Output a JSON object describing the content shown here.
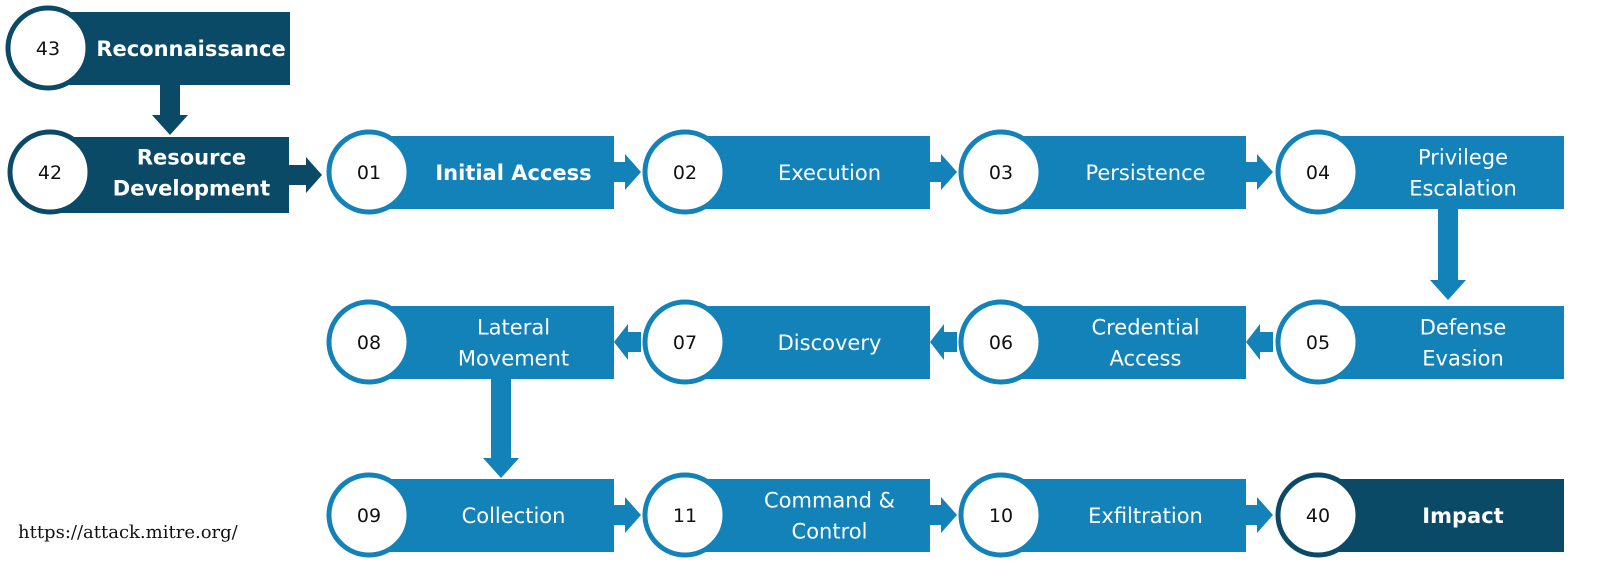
{
  "colors": {
    "light": "#1282b8",
    "dark": "#0b4a66",
    "circle_fill": "#ffffff",
    "number_text": "#111111",
    "label_text": "#ffffff"
  },
  "source": "https://attack.mitre.org/",
  "nodes": [
    {
      "id": "reconnaissance",
      "number": "43",
      "lines": [
        "Reconnaissance"
      ],
      "style": "dark",
      "bold": true
    },
    {
      "id": "resource-development",
      "number": "42",
      "lines": [
        "Resource",
        "Development"
      ],
      "style": "dark",
      "bold": true
    },
    {
      "id": "initial-access",
      "number": "01",
      "lines": [
        "Initial Access"
      ],
      "style": "light",
      "bold": true
    },
    {
      "id": "execution",
      "number": "02",
      "lines": [
        "Execution"
      ],
      "style": "light",
      "bold": false
    },
    {
      "id": "persistence",
      "number": "03",
      "lines": [
        "Persistence"
      ],
      "style": "light",
      "bold": false
    },
    {
      "id": "privilege-escalation",
      "number": "04",
      "lines": [
        "Privilege",
        "Escalation"
      ],
      "style": "light",
      "bold": false
    },
    {
      "id": "defense-evasion",
      "number": "05",
      "lines": [
        "Defense",
        "Evasion"
      ],
      "style": "light",
      "bold": false
    },
    {
      "id": "credential-access",
      "number": "06",
      "lines": [
        "Credential",
        "Access"
      ],
      "style": "light",
      "bold": false
    },
    {
      "id": "discovery",
      "number": "07",
      "lines": [
        "Discovery"
      ],
      "style": "light",
      "bold": false
    },
    {
      "id": "lateral-movement",
      "number": "08",
      "lines": [
        "Lateral",
        "Movement"
      ],
      "style": "light",
      "bold": false
    },
    {
      "id": "collection",
      "number": "09",
      "lines": [
        "Collection"
      ],
      "style": "light",
      "bold": false
    },
    {
      "id": "command-and-control",
      "number": "11",
      "lines": [
        "Command &",
        "Control"
      ],
      "style": "light",
      "bold": false
    },
    {
      "id": "exfiltration",
      "number": "10",
      "lines": [
        "Exfiltration"
      ],
      "style": "light",
      "bold": false
    },
    {
      "id": "impact",
      "number": "40",
      "lines": [
        "Impact"
      ],
      "style": "dark",
      "bold": true
    }
  ],
  "edges": [
    {
      "from": "reconnaissance",
      "to": "resource-development"
    },
    {
      "from": "resource-development",
      "to": "initial-access"
    },
    {
      "from": "initial-access",
      "to": "execution"
    },
    {
      "from": "execution",
      "to": "persistence"
    },
    {
      "from": "persistence",
      "to": "privilege-escalation"
    },
    {
      "from": "privilege-escalation",
      "to": "defense-evasion"
    },
    {
      "from": "defense-evasion",
      "to": "credential-access"
    },
    {
      "from": "credential-access",
      "to": "discovery"
    },
    {
      "from": "discovery",
      "to": "lateral-movement"
    },
    {
      "from": "lateral-movement",
      "to": "collection"
    },
    {
      "from": "collection",
      "to": "command-and-control"
    },
    {
      "from": "command-and-control",
      "to": "exfiltration"
    },
    {
      "from": "exfiltration",
      "to": "impact"
    }
  ]
}
